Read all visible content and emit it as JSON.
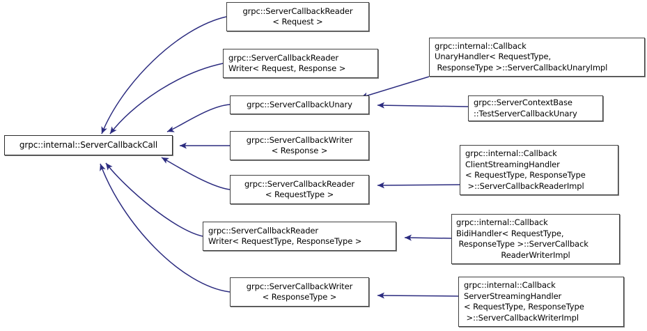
{
  "diagram": {
    "title": "grpc::internal::ServerCallbackCall inheritance graph",
    "type": "uml-inheritance-graph",
    "edge_color": "#2b2b7f",
    "box_border_color": "#404040",
    "box_fill_color": "#ffffff",
    "text_color": "#000000",
    "background_color": "#ffffff"
  },
  "nodes": {
    "base": {
      "name": "grpc::internal::ServerCallbackCall",
      "lines": [
        "grpc::internal::ServerCallbackCall"
      ]
    },
    "reader_request": {
      "lines": [
        "grpc::ServerCallbackReader",
        "< Request >"
      ]
    },
    "readerwriter_request_response": {
      "lines": [
        "grpc::ServerCallbackReader",
        "Writer< Request, Response >"
      ]
    },
    "unary": {
      "lines": [
        "grpc::ServerCallbackUnary"
      ]
    },
    "writer_response": {
      "lines": [
        "grpc::ServerCallbackWriter",
        "< Response >"
      ]
    },
    "reader_requesttype": {
      "lines": [
        "grpc::ServerCallbackReader",
        "< RequestType >"
      ]
    },
    "readerwriter_requesttype_responsetype": {
      "lines": [
        "grpc::ServerCallbackReader",
        "Writer< RequestType, ResponseType >"
      ]
    },
    "writer_responsetype": {
      "lines": [
        "grpc::ServerCallbackWriter",
        "< ResponseType >"
      ]
    },
    "unary_handler_impl": {
      "lines": [
        "grpc::internal::Callback",
        "UnaryHandler< RequestType,",
        " ResponseType >::ServerCallbackUnaryImpl"
      ]
    },
    "test_server_callback_unary": {
      "lines": [
        "grpc::ServerContextBase",
        "::TestServerCallbackUnary"
      ]
    },
    "client_streaming_reader_impl": {
      "lines": [
        "grpc::internal::Callback",
        "ClientStreamingHandler",
        "< RequestType, ResponseType",
        " >::ServerCallbackReaderImpl"
      ]
    },
    "bidi_readerwriter_impl": {
      "lines": [
        "grpc::internal::Callback",
        "BidiHandler< RequestType,",
        " ResponseType >::ServerCallback",
        "ReaderWriterImpl"
      ]
    },
    "server_streaming_writer_impl": {
      "lines": [
        "grpc::internal::Callback",
        "ServerStreamingHandler",
        "< RequestType, ResponseType",
        " >::ServerCallbackWriterImpl"
      ]
    }
  },
  "edges": [
    {
      "from": "reader_request",
      "to": "base"
    },
    {
      "from": "readerwriter_request_response",
      "to": "base"
    },
    {
      "from": "unary",
      "to": "base"
    },
    {
      "from": "writer_response",
      "to": "base"
    },
    {
      "from": "reader_requesttype",
      "to": "base"
    },
    {
      "from": "readerwriter_requesttype_responsetype",
      "to": "base"
    },
    {
      "from": "writer_responsetype",
      "to": "base"
    },
    {
      "from": "unary_handler_impl",
      "to": "unary"
    },
    {
      "from": "test_server_callback_unary",
      "to": "unary"
    },
    {
      "from": "client_streaming_reader_impl",
      "to": "reader_requesttype"
    },
    {
      "from": "bidi_readerwriter_impl",
      "to": "readerwriter_requesttype_responsetype"
    },
    {
      "from": "server_streaming_writer_impl",
      "to": "writer_responsetype"
    }
  ]
}
